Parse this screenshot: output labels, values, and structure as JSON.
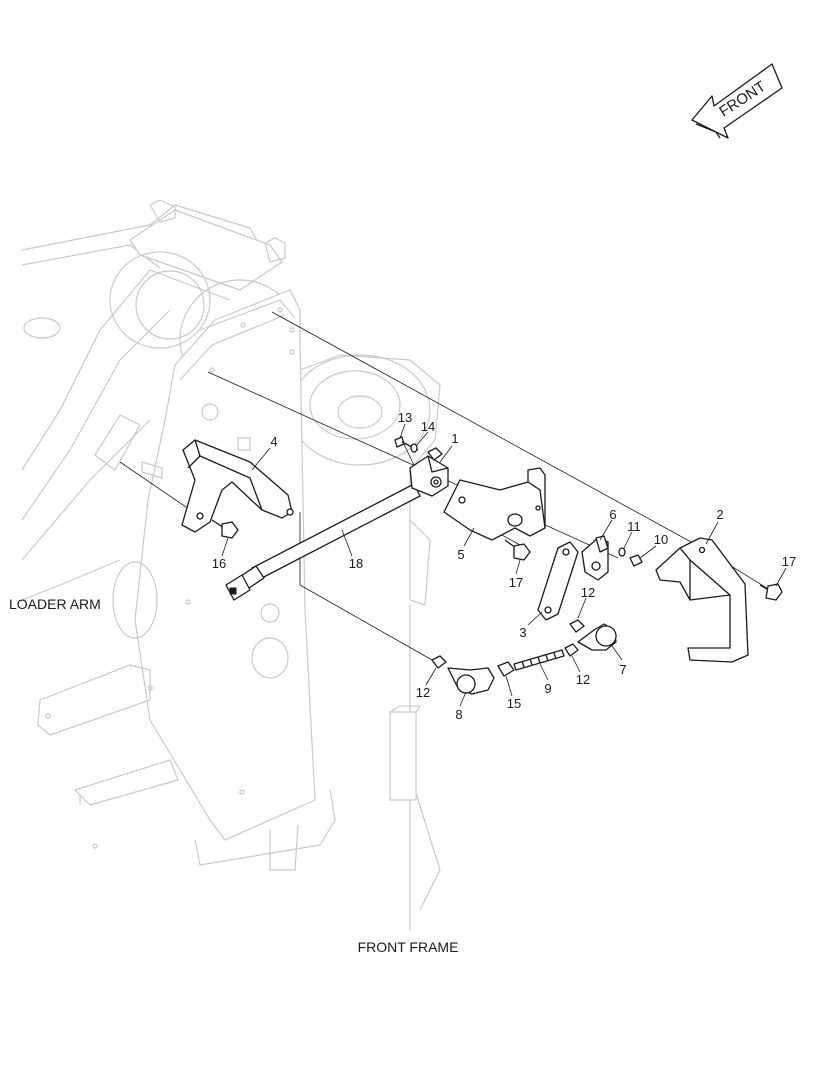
{
  "direction_arrow": {
    "label": "FRONT"
  },
  "region_labels": {
    "loader_arm": "LOADER ARM",
    "front_frame": "FRONT FRAME"
  },
  "callouts": [
    "1",
    "2",
    "3",
    "4",
    "5",
    "6",
    "7",
    "8",
    "9",
    "10",
    "11",
    "12",
    "13",
    "14",
    "15",
    "16",
    "17",
    "18"
  ],
  "callout_12_repeats": 3,
  "callout_17_repeats": 2
}
